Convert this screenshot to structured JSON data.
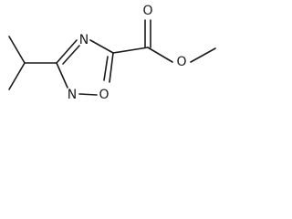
{
  "molecule": {
    "atoms": {
      "n_ring_top": "N",
      "o_ring": "O",
      "n_ring_bottom": "N",
      "o_carbonyl": "O",
      "o_ester": "O"
    }
  },
  "colors": {
    "ink": "#1a1a1a",
    "background": "#ffffff"
  }
}
